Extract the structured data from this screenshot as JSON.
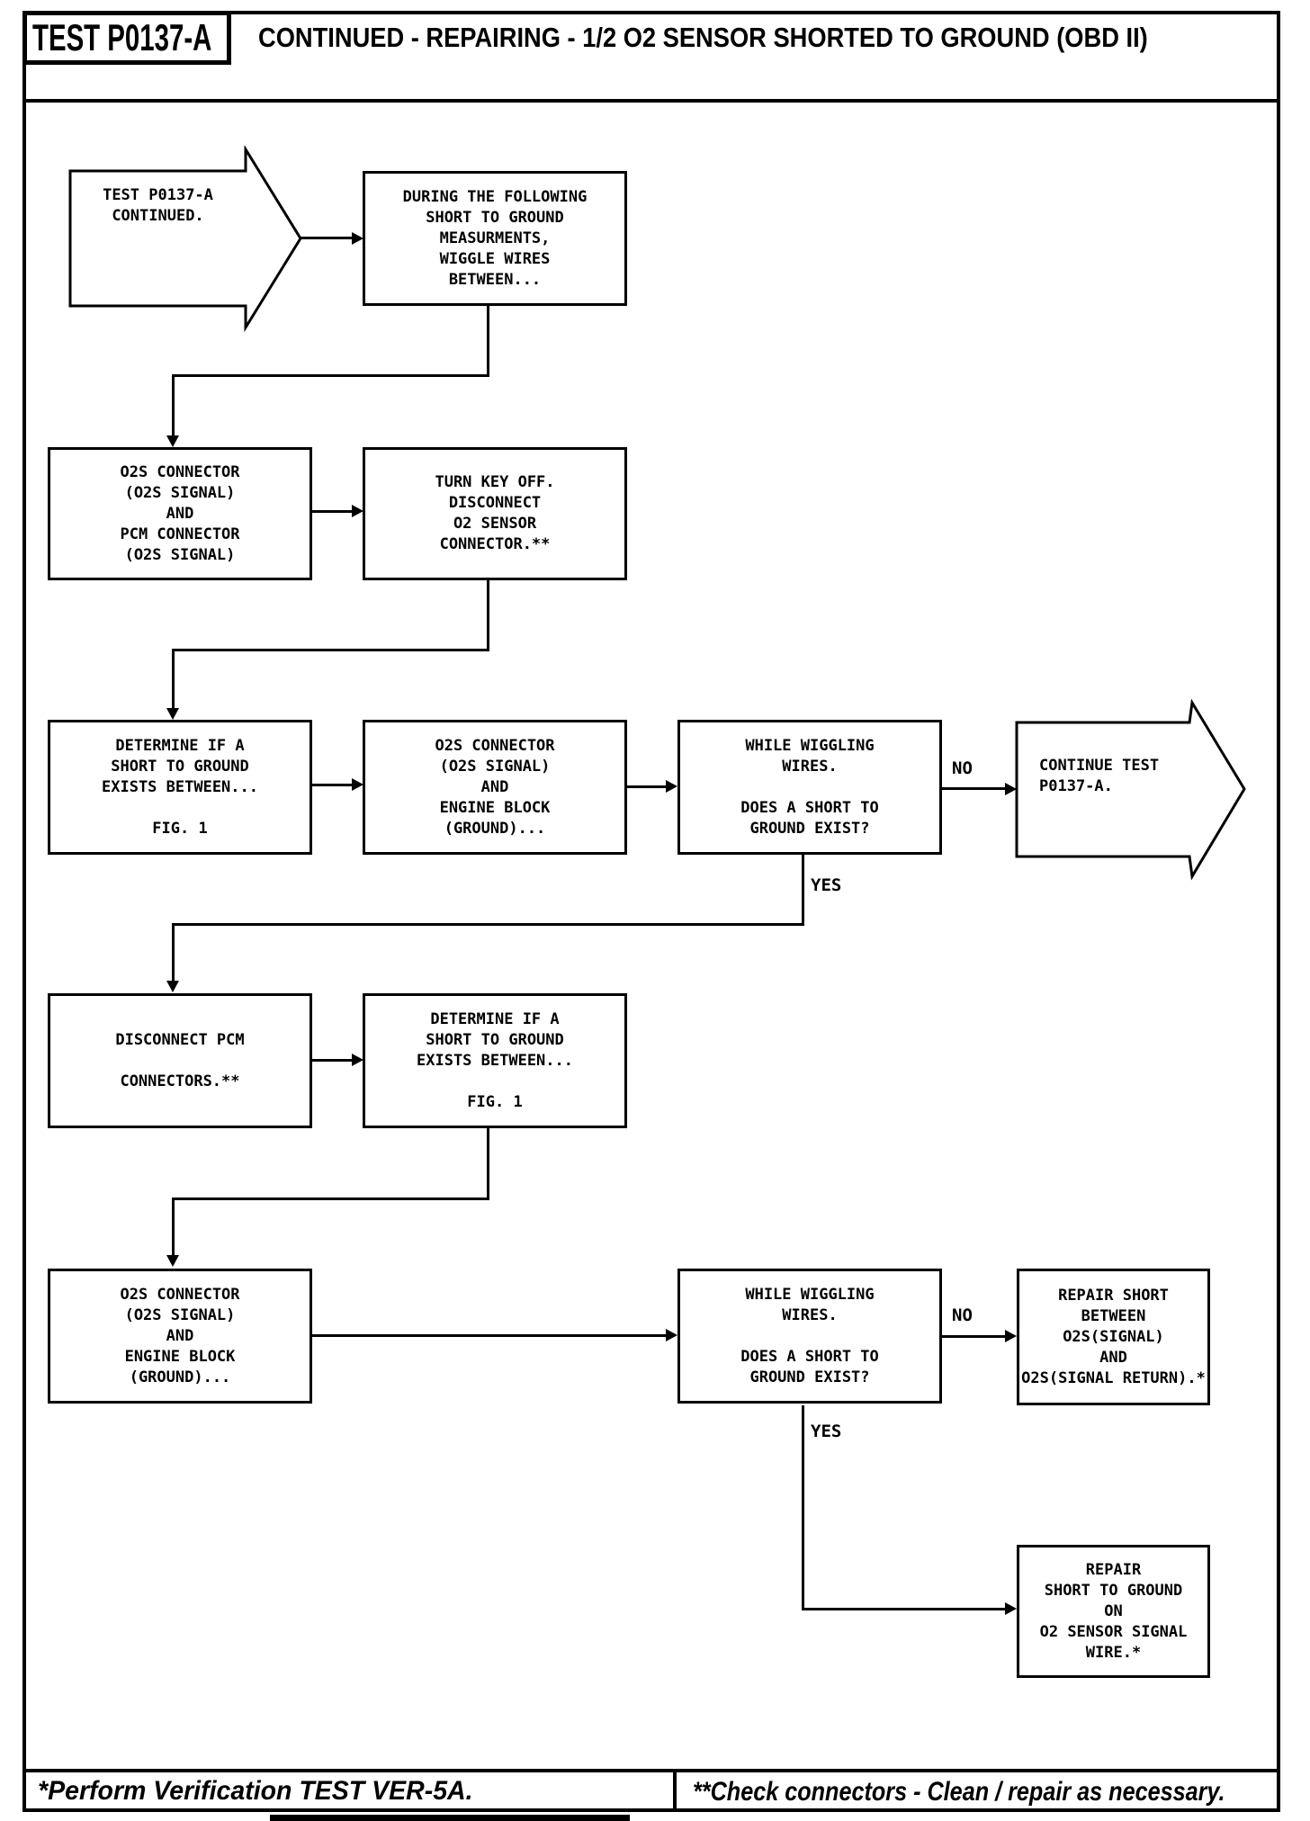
{
  "header": {
    "test_id": "TEST P0137-A",
    "title": "CONTINUED - REPAIRING - 1/2 O2 SENSOR SHORTED TO GROUND (OBD II)"
  },
  "nodes": {
    "start": "TEST P0137-A\nCONTINUED.",
    "during": "DURING THE FOLLOWING\nSHORT TO GROUND\nMEASURMENTS,\nWIGGLE WIRES\nBETWEEN...",
    "o2s_pcm": "O2S CONNECTOR\n(O2S SIGNAL)\nAND\nPCM CONNECTOR\n(O2S SIGNAL)",
    "turn_key": "TURN KEY OFF.\nDISCONNECT\nO2 SENSOR\nCONNECTOR.**",
    "determine_1": "DETERMINE IF A\nSHORT TO GROUND\nEXISTS BETWEEN...\n\nFIG. 1",
    "o2s_engine_1": "O2S CONNECTOR\n(O2S SIGNAL)\nAND\nENGINE BLOCK\n(GROUND)...",
    "wiggle_1": "WHILE WIGGLING\nWIRES.\n\nDOES A SHORT TO\nGROUND EXIST?",
    "continue_test": "CONTINUE TEST\nP0137-A.",
    "disconnect_pcm": "DISCONNECT PCM\n\nCONNECTORS.**",
    "determine_2": "DETERMINE IF A\nSHORT TO GROUND\nEXISTS BETWEEN...\n\nFIG. 1",
    "o2s_engine_2": "O2S CONNECTOR\n(O2S SIGNAL)\nAND\nENGINE BLOCK\n(GROUND)...",
    "wiggle_2": "WHILE WIGGLING\nWIRES.\n\nDOES A SHORT TO\nGROUND EXIST?",
    "repair_signal": "REPAIR SHORT\nBETWEEN\nO2S(SIGNAL)\nAND\nO2S(SIGNAL RETURN).*",
    "repair_ground": "REPAIR\nSHORT TO GROUND\nON\nO2 SENSOR SIGNAL\nWIRE.*"
  },
  "labels": {
    "no_1": "NO",
    "yes_1": "YES",
    "no_2": "NO",
    "yes_2": "YES"
  },
  "footer": {
    "left": "*Perform Verification TEST VER-5A.",
    "right": "**Check connectors - Clean / repair as necessary."
  },
  "colors": {
    "ink": "#000000",
    "paper": "#ffffff"
  }
}
